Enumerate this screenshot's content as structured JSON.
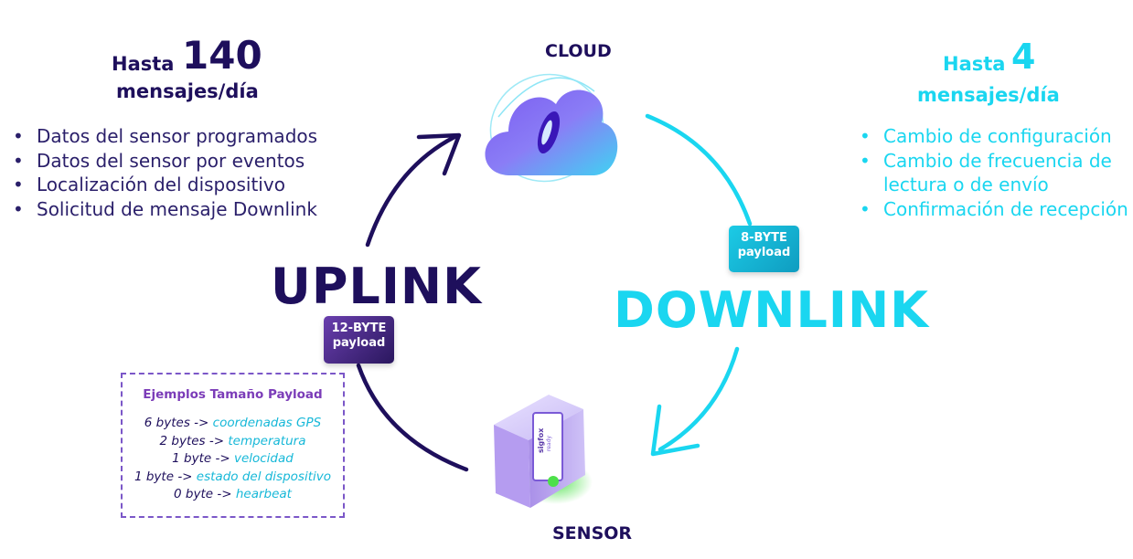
{
  "uplink": {
    "hasta": "Hasta",
    "count": "140",
    "per_day": "mensajes/día",
    "items": [
      "Datos del sensor programados",
      "Datos del sensor por eventos",
      "Localización del dispositivo",
      "Solicitud de mensaje Downlink"
    ],
    "label": "UPLINK",
    "badge_line1": "12-BYTE",
    "badge_line2": "payload",
    "color": "#1e0f5c"
  },
  "downlink": {
    "hasta": "Hasta",
    "count": "4",
    "per_day": "mensajes/día",
    "items": [
      "Cambio de configuración",
      "Cambio de frecuencia de lectura o de envío",
      "Confirmación de recepción"
    ],
    "label": "DOWNLINK",
    "badge_line1": "8-BYTE",
    "badge_line2": "payload",
    "color": "#1ad6f0"
  },
  "cloud_label": "CLOUD",
  "sensor_label": "SENSOR",
  "sensor_brand": "sigfox",
  "sensor_brand_sub": "ready",
  "examples": {
    "title": "Ejemplos Tamaño Payload",
    "rows": [
      {
        "size": "6 bytes ->",
        "value": "coordenadas GPS"
      },
      {
        "size": "2 bytes ->",
        "value": "temperatura"
      },
      {
        "size": "1 byte ->",
        "value": "velocidad"
      },
      {
        "size": "1 byte ->",
        "value": "estado del dispositivo"
      },
      {
        "size": "0 byte ->",
        "value": "hearbeat"
      }
    ]
  },
  "icons": [
    "cloud-icon",
    "sensor-device-icon",
    "uplink-arrow-icon",
    "downlink-arrow-icon"
  ]
}
